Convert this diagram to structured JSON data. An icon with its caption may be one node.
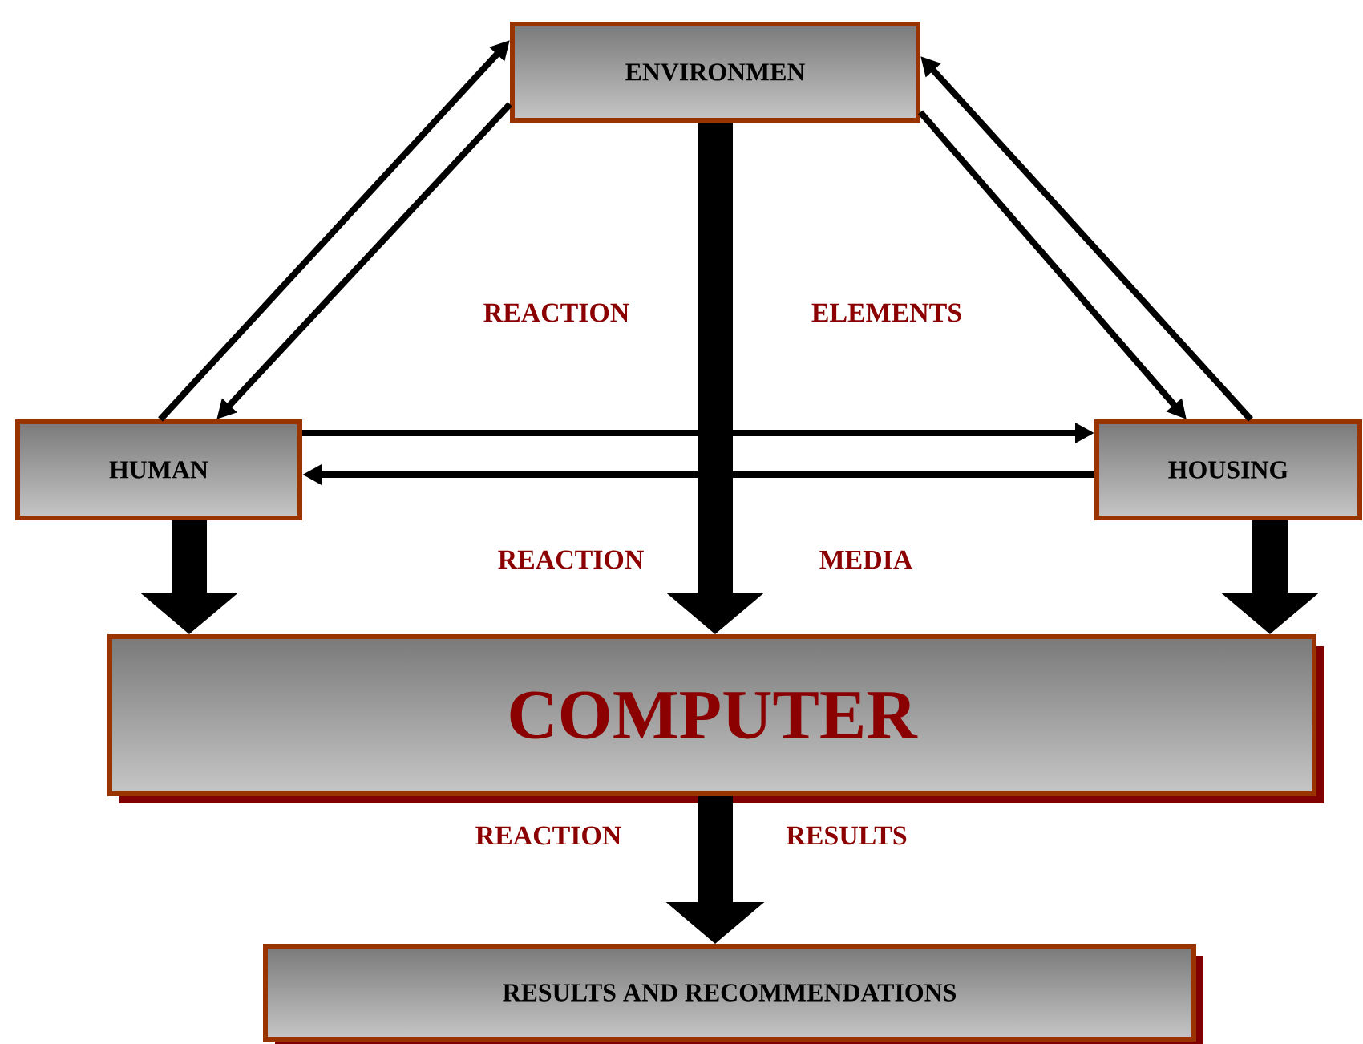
{
  "diagram": {
    "nodes": [
      {
        "text": [
          "ENVIRONMEN"
        ]
      },
      {
        "text": [
          "HUMAN"
        ]
      },
      {
        "text": [
          "HOUSING"
        ]
      },
      {
        "text": [
          "COMPUTER"
        ]
      },
      {
        "text": [
          "RESULTS AND RECOMMENDATIONS"
        ]
      }
    ],
    "edges": [
      {
        "from": 1,
        "to": 0,
        "arrow": "to"
      },
      {
        "from": 0,
        "to": 1,
        "arrow": "to"
      },
      {
        "from": 0,
        "to": 2,
        "arrow": "to"
      },
      {
        "from": 2,
        "to": 0,
        "arrow": "to"
      },
      {
        "from": 1,
        "to": 2,
        "arrow": "to"
      },
      {
        "from": 2,
        "to": 1,
        "arrow": "to"
      },
      {
        "from": 1,
        "to": 3,
        "arrow": "to",
        "style": "thick"
      },
      {
        "from": 0,
        "to": 3,
        "arrow": "to",
        "style": "thick"
      },
      {
        "from": 2,
        "to": 3,
        "arrow": "to",
        "style": "thick"
      },
      {
        "from": 3,
        "to": 4,
        "arrow": "to",
        "style": "thick"
      }
    ],
    "labels": [
      "REACTION",
      "ELEMENTS",
      "REACTION",
      "MEDIA",
      "REACTION",
      "RESULTS"
    ]
  }
}
